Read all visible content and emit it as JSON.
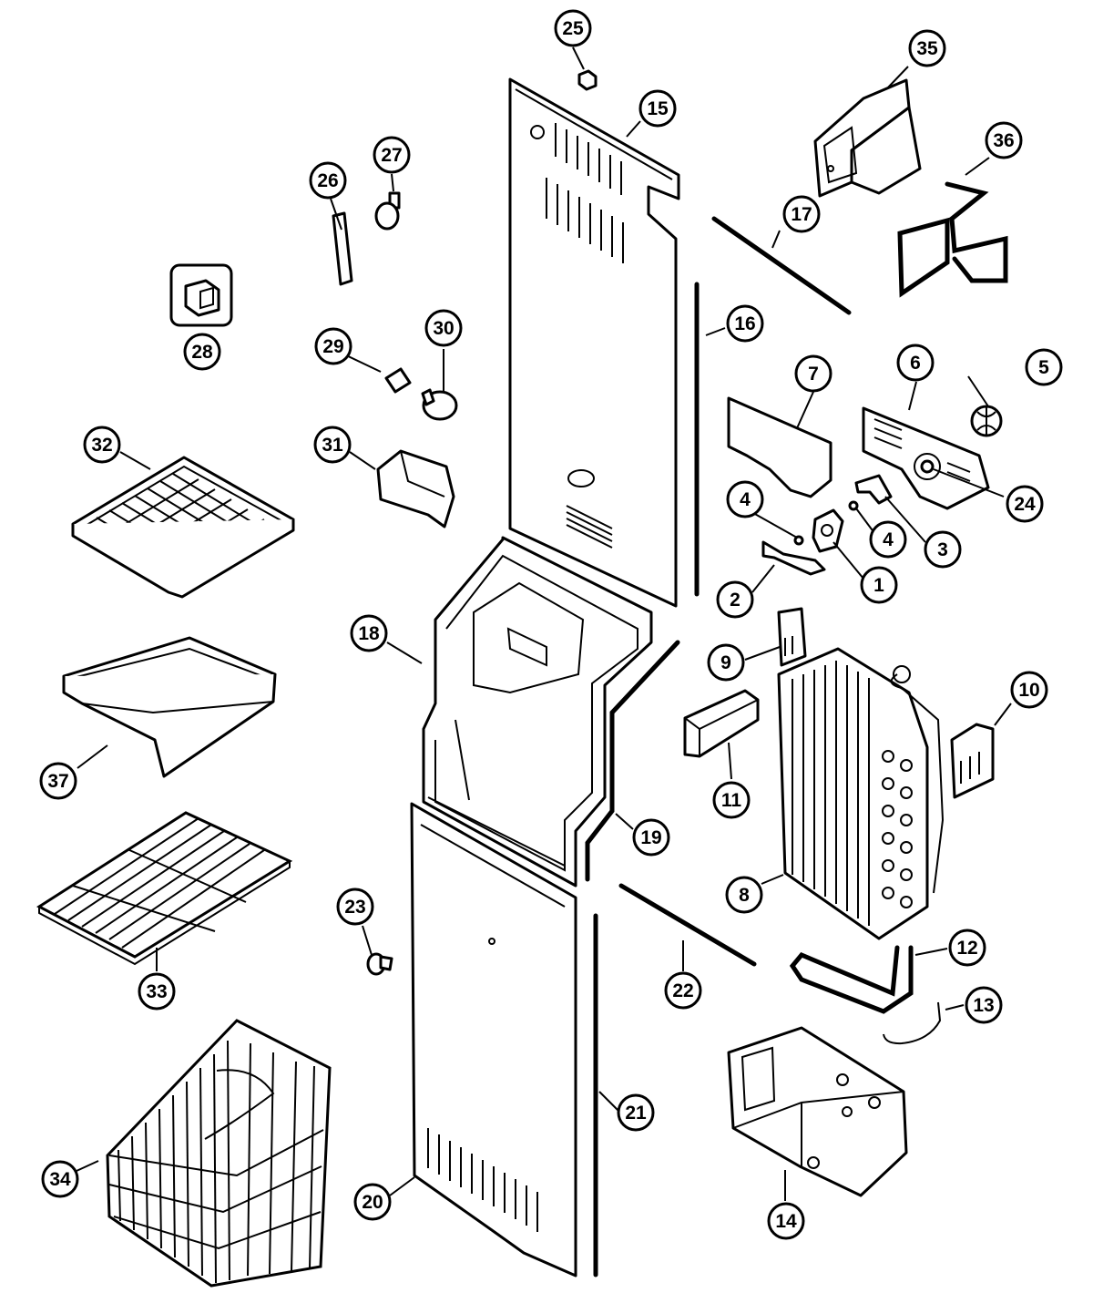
{
  "callouts": [
    {
      "id": "c1",
      "label": "1"
    },
    {
      "id": "c2",
      "label": "2"
    },
    {
      "id": "c3",
      "label": "3"
    },
    {
      "id": "c4a",
      "label": "4"
    },
    {
      "id": "c4b",
      "label": "4"
    },
    {
      "id": "c5",
      "label": "5"
    },
    {
      "id": "c6",
      "label": "6"
    },
    {
      "id": "c7",
      "label": "7"
    },
    {
      "id": "c8",
      "label": "8"
    },
    {
      "id": "c9",
      "label": "9"
    },
    {
      "id": "c10",
      "label": "10"
    },
    {
      "id": "c11",
      "label": "11"
    },
    {
      "id": "c12",
      "label": "12"
    },
    {
      "id": "c13",
      "label": "13"
    },
    {
      "id": "c14",
      "label": "14"
    },
    {
      "id": "c15",
      "label": "15"
    },
    {
      "id": "c16",
      "label": "16"
    },
    {
      "id": "c17",
      "label": "17"
    },
    {
      "id": "c18",
      "label": "18"
    },
    {
      "id": "c19",
      "label": "19"
    },
    {
      "id": "c20",
      "label": "20"
    },
    {
      "id": "c21",
      "label": "21"
    },
    {
      "id": "c22",
      "label": "22"
    },
    {
      "id": "c23",
      "label": "23"
    },
    {
      "id": "c24",
      "label": "24"
    },
    {
      "id": "c25",
      "label": "25"
    },
    {
      "id": "c26",
      "label": "26"
    },
    {
      "id": "c27",
      "label": "27"
    },
    {
      "id": "c28",
      "label": "28"
    },
    {
      "id": "c29",
      "label": "29"
    },
    {
      "id": "c30",
      "label": "30"
    },
    {
      "id": "c31",
      "label": "31"
    },
    {
      "id": "c32",
      "label": "32"
    },
    {
      "id": "c33",
      "label": "33"
    },
    {
      "id": "c34",
      "label": "34"
    },
    {
      "id": "c35",
      "label": "35"
    },
    {
      "id": "c36",
      "label": "36"
    },
    {
      "id": "c37",
      "label": "37"
    }
  ]
}
